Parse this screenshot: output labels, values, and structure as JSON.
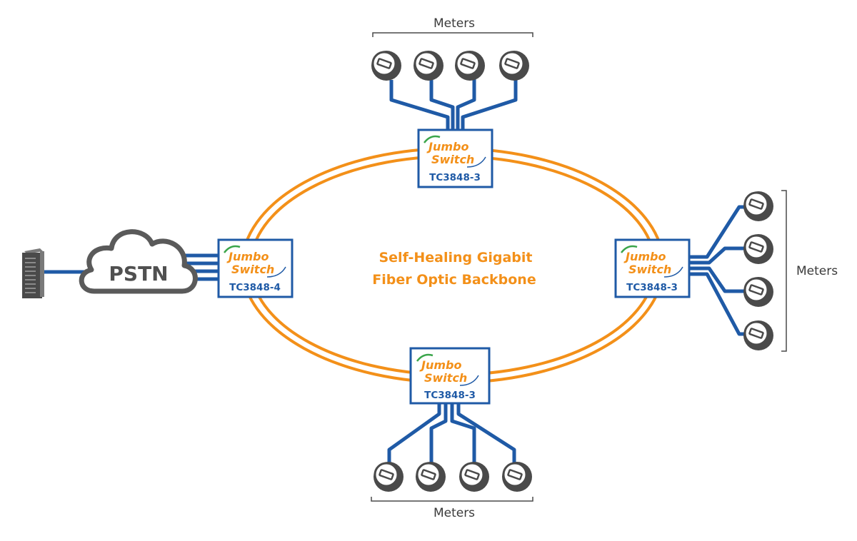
{
  "colors": {
    "fiber": "#f39019",
    "link": "#1f5aa6",
    "switch_border": "#1f5aa6",
    "meter": "#4a4a4a",
    "cloud": "#5a5a5a",
    "brand_orange": "#f39019",
    "brand_green": "#3aa54a"
  },
  "backbone": {
    "line1": "Self-Healing Gigabit",
    "line2": "Fiber Optic Backbone"
  },
  "cloud": {
    "label": "PSTN"
  },
  "server": {
    "icon": "server-rack-icon"
  },
  "switches": {
    "top": {
      "brand_line1": "Jumbo",
      "brand_line2": "Switch",
      "model": "TC3848-3"
    },
    "left": {
      "brand_line1": "Jumbo",
      "brand_line2": "Switch",
      "model": "TC3848-4"
    },
    "right": {
      "brand_line1": "Jumbo",
      "brand_line2": "Switch",
      "model": "TC3848-3"
    },
    "bottom": {
      "brand_line1": "Jumbo",
      "brand_line2": "Switch",
      "model": "TC3848-3"
    }
  },
  "meter_groups": {
    "top": {
      "label": "Meters",
      "count": 4
    },
    "right": {
      "label": "Meters",
      "count": 4
    },
    "bottom": {
      "label": "Meters",
      "count": 4
    }
  }
}
